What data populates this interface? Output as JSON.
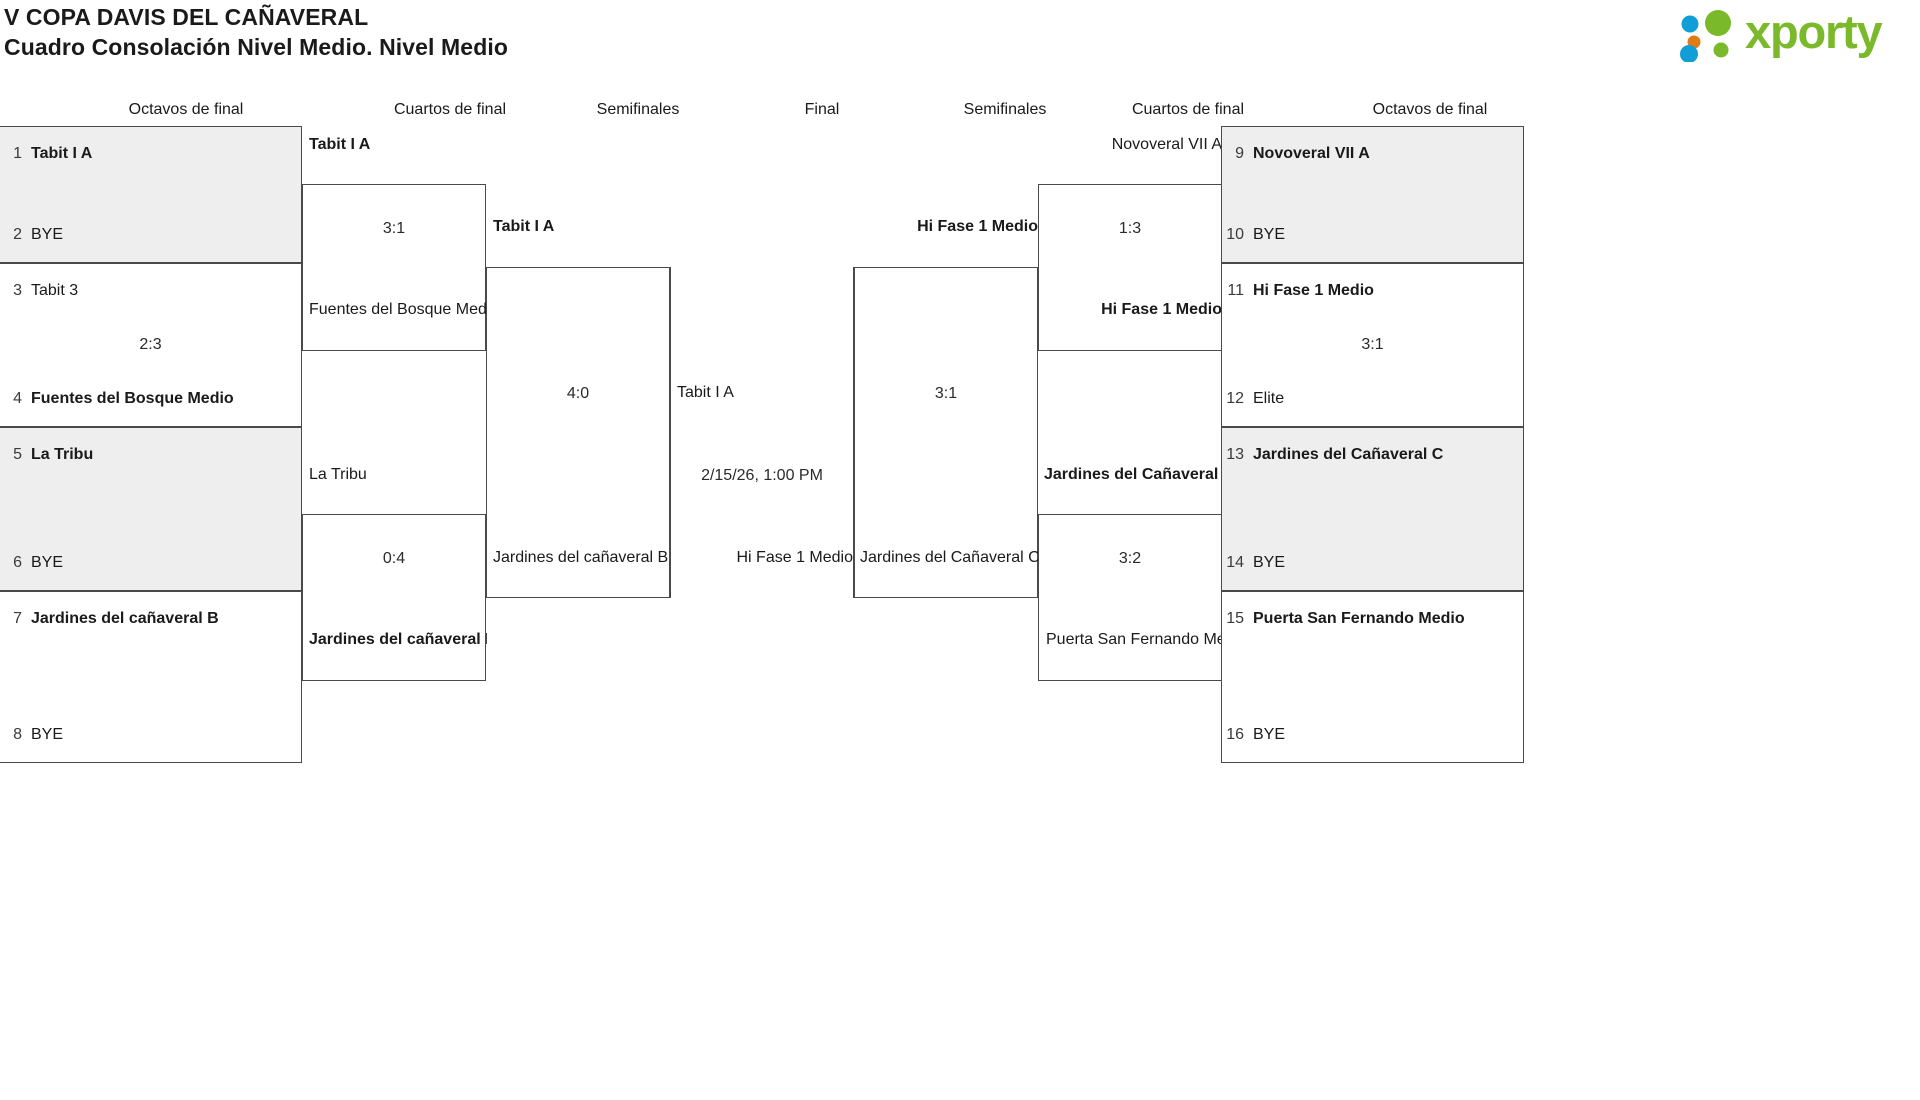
{
  "header": {
    "title_line1": "V COPA DAVIS DEL CAÑAVERAL",
    "title_line2": "Cuadro Consolación Nivel Medio. Nivel Medio",
    "logo_word": "xporty",
    "logo_colors": {
      "green": "#7ab929",
      "blue": "#0f9ed5",
      "orange": "#e07c15"
    }
  },
  "round_headers": {
    "left_r16": "Octavos de final",
    "left_qf": "Cuartos de final",
    "left_sf": "Semifinales",
    "final": "Final",
    "right_sf": "Semifinales",
    "right_qf": "Cuartos de final",
    "right_r16": "Octavos de final"
  },
  "chart_data": {
    "type": "bracket",
    "title": "V COPA DAVIS DEL CAÑAVERAL — Cuadro Consolación Nivel Medio",
    "size": 16,
    "champion": "Tabit I A",
    "final_score_or_time": "2/15/26, 1:00 PM"
  },
  "left": {
    "r16": [
      {
        "shaded": true,
        "top_seed": "1",
        "top_name": "Tabit I A",
        "top_win": true,
        "bot_seed": "2",
        "bot_name": "BYE",
        "bot_win": false,
        "score": ""
      },
      {
        "shaded": false,
        "top_seed": "3",
        "top_name": "Tabit 3",
        "top_win": false,
        "bot_seed": "4",
        "bot_name": "Fuentes del Bosque Medio",
        "bot_win": true,
        "score": "2:3"
      },
      {
        "shaded": true,
        "top_seed": "5",
        "top_name": "La Tribu",
        "top_win": true,
        "bot_seed": "6",
        "bot_name": "BYE",
        "bot_win": false,
        "score": ""
      },
      {
        "shaded": false,
        "top_seed": "7",
        "top_name": "Jardines del cañaveral B",
        "top_win": true,
        "bot_seed": "8",
        "bot_name": "BYE",
        "bot_win": false,
        "score": ""
      }
    ],
    "qf": [
      {
        "top_name": "Tabit I A",
        "top_win": true,
        "bot_name": "Fuentes del Bosque Medio",
        "bot_win": false,
        "score": "3:1"
      },
      {
        "top_name": "La Tribu",
        "top_win": false,
        "bot_name": "Jardines del cañaveral B",
        "bot_win": true,
        "score": "0:4"
      }
    ],
    "sf": [
      {
        "top_name": "Tabit I A",
        "top_win": true,
        "bot_name": "Jardines del cañaveral B",
        "bot_win": false,
        "score": "4:0"
      }
    ]
  },
  "final": {
    "top_name": "Tabit I A",
    "bot_name": "Hi Fase 1 Medio",
    "score": "2/15/26, 1:00 PM"
  },
  "right": {
    "r16": [
      {
        "shaded": true,
        "top_seed": "9",
        "top_name": "Novoveral VII A",
        "top_win": true,
        "bot_seed": "10",
        "bot_name": "BYE",
        "bot_win": false,
        "score": ""
      },
      {
        "shaded": false,
        "top_seed": "11",
        "top_name": "Hi Fase 1 Medio",
        "top_win": true,
        "bot_seed": "12",
        "bot_name": "Elite",
        "bot_win": false,
        "score": "3:1"
      },
      {
        "shaded": true,
        "top_seed": "13",
        "top_name": "Jardines del Cañaveral C",
        "top_win": true,
        "bot_seed": "14",
        "bot_name": "BYE",
        "bot_win": false,
        "score": ""
      },
      {
        "shaded": false,
        "top_seed": "15",
        "top_name": "Puerta San Fernando Medio",
        "top_win": true,
        "bot_seed": "16",
        "bot_name": "BYE",
        "bot_win": false,
        "score": ""
      }
    ],
    "qf": [
      {
        "top_name": "Novoveral VII A",
        "top_win": false,
        "bot_name": "Hi Fase 1 Medio",
        "bot_win": true,
        "score": "1:3"
      },
      {
        "top_name": "Jardines del Cañaveral C",
        "top_win": true,
        "bot_name": "Puerta San Fernando Medio",
        "bot_win": false,
        "score": "3:2"
      }
    ],
    "sf": [
      {
        "top_name": "Hi Fase 1 Medio",
        "top_win": true,
        "bot_name": "Jardines del Cañaveral C",
        "bot_win": false,
        "score": "3:1"
      }
    ]
  }
}
